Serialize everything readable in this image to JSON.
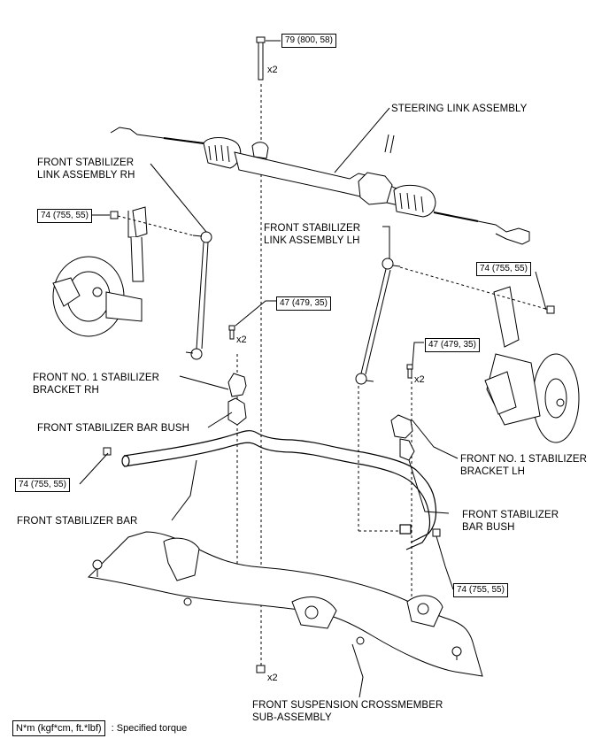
{
  "labels": {
    "steering_link": "STEERING LINK ASSEMBLY",
    "stab_link_rh": [
      "FRONT STABILIZER",
      "LINK ASSEMBLY RH"
    ],
    "stab_link_lh": [
      "FRONT STABILIZER",
      "LINK ASSEMBLY LH"
    ],
    "bracket_rh": [
      "FRONT NO. 1 STABILIZER",
      "BRACKET RH"
    ],
    "bush_rh": "FRONT STABILIZER BAR BUSH",
    "bracket_lh": [
      "FRONT NO. 1 STABILIZER",
      "BRACKET LH"
    ],
    "bush_lh": [
      "FRONT STABILIZER",
      "BAR BUSH"
    ],
    "stab_bar": "FRONT STABILIZER BAR",
    "crossmember": [
      "FRONT SUSPENSION CROSSMEMBER",
      "SUB-ASSEMBLY"
    ]
  },
  "torques": {
    "t79": "79 (800, 58)",
    "t74_rh": "74 (755, 55)",
    "t74_lh": "74 (755, 55)",
    "t47_rh": "47 (479, 35)",
    "t47_lh": "47 (479, 35)",
    "t74_bar_rh": "74 (755, 55)",
    "t74_bar_lh": "74 (755, 55)"
  },
  "quantities": {
    "q_top": "x2",
    "q_rh": "x2",
    "q_lh": "x2",
    "q_bottom": "x2"
  },
  "legend": {
    "unit": "N*m (kgf*cm, ft.*lbf)",
    "desc": ": Specified torque"
  }
}
